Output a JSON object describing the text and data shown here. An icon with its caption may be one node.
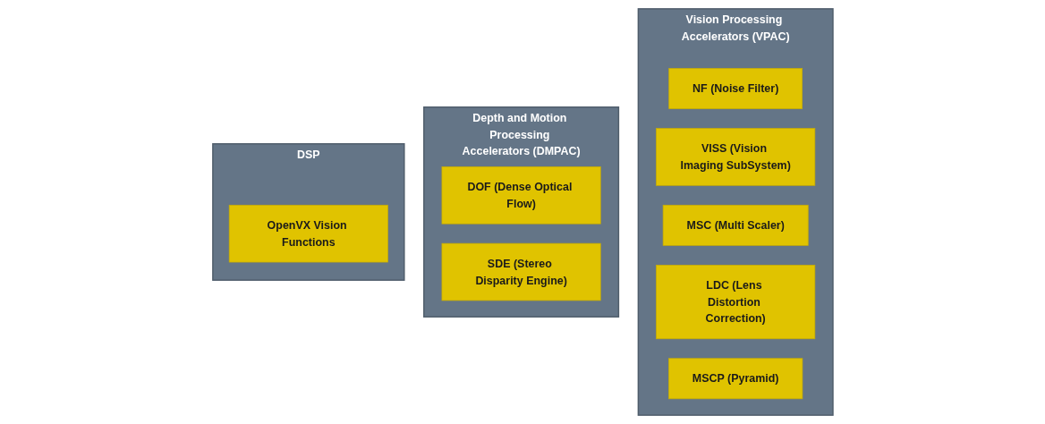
{
  "diagram": {
    "nodes": [
      {
        "text": [
          "DSP"
        ]
      },
      {
        "text": [
          "OpenVX Vision Functions"
        ],
        "in": 0
      },
      {
        "text": [
          "Depth and Motion Processing Accelerators (DMPAC)"
        ]
      },
      {
        "text": [
          "DOF (Dense Optical Flow)"
        ],
        "in": 2
      },
      {
        "text": [
          "SDE (Stereo Disparity Engine)"
        ],
        "in": 2
      },
      {
        "text": [
          "Vision Processing Accelerators (VPAC)"
        ]
      },
      {
        "text": [
          "NF (Noise Filter)"
        ],
        "in": 5
      },
      {
        "text": [
          "VISS (Vision Imaging SubSystem)"
        ],
        "in": 5
      },
      {
        "text": [
          "MSC (Multi Scaler)"
        ],
        "in": 5
      },
      {
        "text": [
          "LDC (Lens Distortion Correction)"
        ],
        "in": 5
      },
      {
        "text": [
          "MSCP (Pyramid)"
        ],
        "in": 5
      }
    ],
    "edges": []
  }
}
